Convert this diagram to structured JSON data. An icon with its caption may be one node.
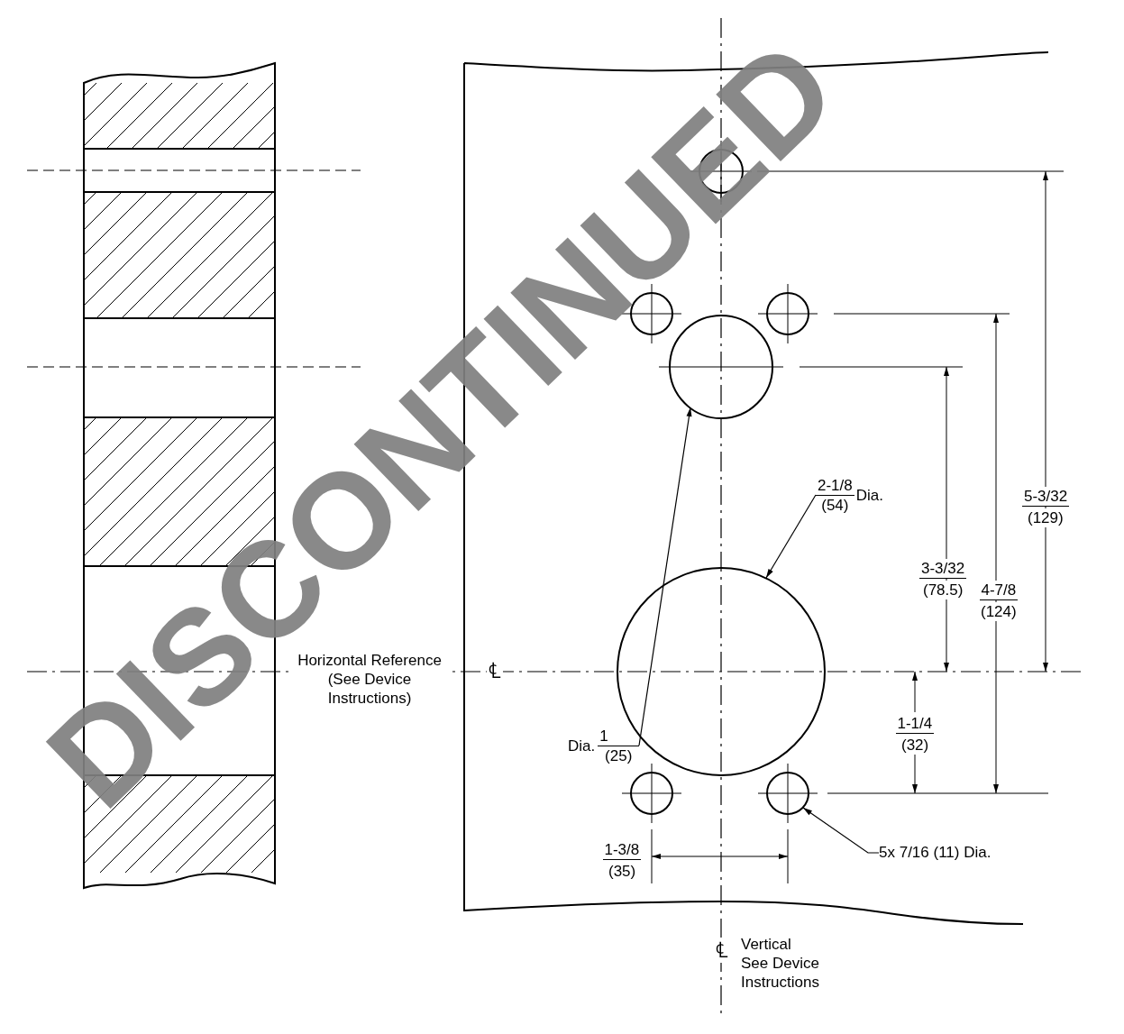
{
  "diagram": {
    "nodes": [
      {
        "text": [
          "Dia.",
          "1",
          "(25)"
        ]
      },
      {
        "text": [],
        "shape": "circle"
      },
      {
        "text": [
          "2-1/8",
          "(54)",
          "Dia."
        ]
      },
      {
        "text": [],
        "shape": "circle"
      },
      {
        "text": [
          "5x 7/16 (11) Dia."
        ]
      },
      {
        "text": [],
        "shape": "circle"
      }
    ],
    "edges": [
      {
        "from": 0,
        "to": 1,
        "arrow": "to"
      },
      {
        "from": 2,
        "to": 3,
        "arrow": "to"
      },
      {
        "from": 4,
        "to": 5,
        "arrow": "to"
      }
    ],
    "labels": [
      "5-3/32",
      "(129)",
      "3-3/32",
      "(78.5)",
      "4-7/8",
      "(124)",
      "Horizontal Reference (See Device Instructions)",
      "℄",
      "1-1/4",
      "(32)",
      "1-3/8",
      "(35)",
      "℄",
      "Vertical See Device Instructions",
      "DISCONTINUED"
    ]
  }
}
